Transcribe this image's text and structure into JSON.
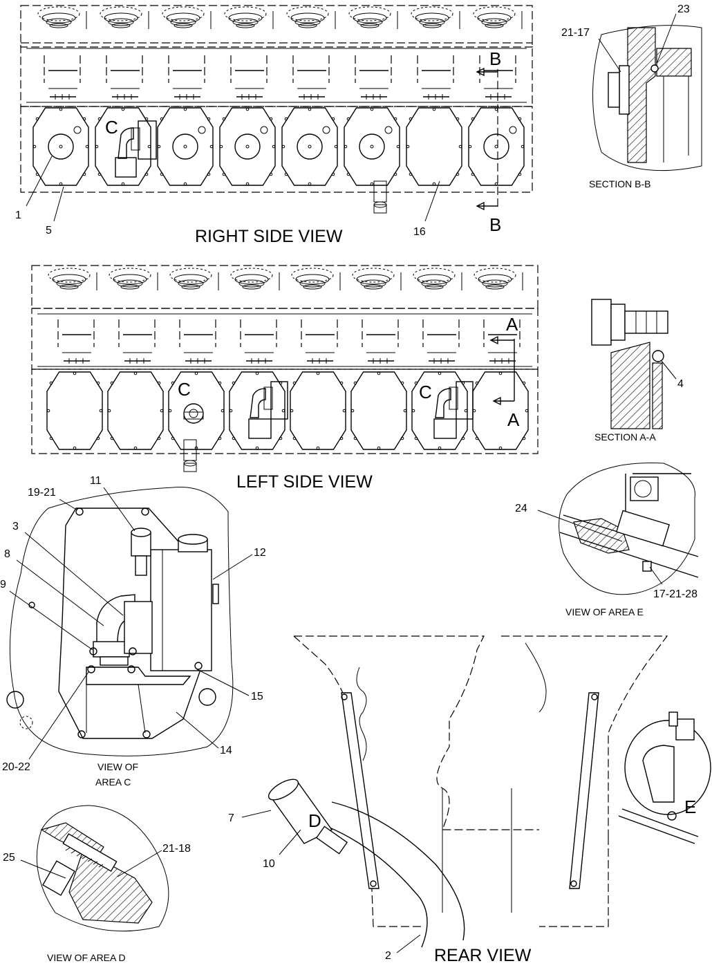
{
  "views": {
    "right_side": "RIGHT SIDE VIEW",
    "left_side": "LEFT SIDE VIEW",
    "rear": "REAR VIEW",
    "section_bb": "SECTION B-B",
    "section_aa": "SECTION A-A",
    "area_c_line1": "VIEW OF",
    "area_c_line2": "AREA  C",
    "area_d": "VIEW OF AREA D",
    "area_e": "VIEW OF AREA  E"
  },
  "markers": {
    "a": "A",
    "b": "B",
    "c": "C",
    "d": "D",
    "e": "E"
  },
  "callouts": {
    "c1": "1",
    "c2": "2",
    "c3": "3",
    "c4": "4",
    "c5": "5",
    "c7": "7",
    "c8": "8",
    "c9": "9",
    "c10": "10",
    "c11": "11",
    "c12": "12",
    "c14": "14",
    "c15": "15",
    "c16": "16",
    "c19_21": "19-21",
    "c20_22": "20-22",
    "c21_17": "21-17",
    "c21_18": "21-18",
    "c23": "23",
    "c24": "24",
    "c25": "25",
    "c17_21_28": "17-21-28"
  }
}
